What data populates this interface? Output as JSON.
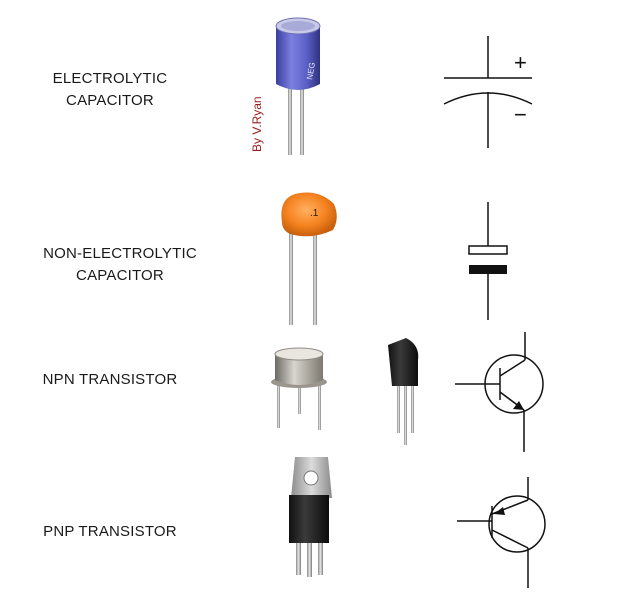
{
  "credit": "By V.Ryan",
  "components": [
    {
      "line1": "ELECTROLYTIC",
      "line2": "CAPACITOR"
    },
    {
      "line1": "NON-ELECTROLYTIC",
      "line2": "CAPACITOR"
    },
    {
      "line1": "NPN TRANSISTOR",
      "line2": ""
    },
    {
      "line1": "PNP TRANSISTOR",
      "line2": ""
    }
  ],
  "symbols": {
    "plus": "+",
    "minus": "−"
  },
  "markings": {
    "electrolytic_body": "NEG",
    "ceramic_value": ".1"
  },
  "colors": {
    "electrolytic_body": "#5a5fc4",
    "ceramic_body": "#f58220",
    "credit_text": "#9b1b1b"
  },
  "icons": [
    "electrolytic-capacitor-photo",
    "ceramic-capacitor-photo",
    "metal-can-transistor-photo",
    "to92-transistor-photo",
    "to220-transistor-photo"
  ]
}
